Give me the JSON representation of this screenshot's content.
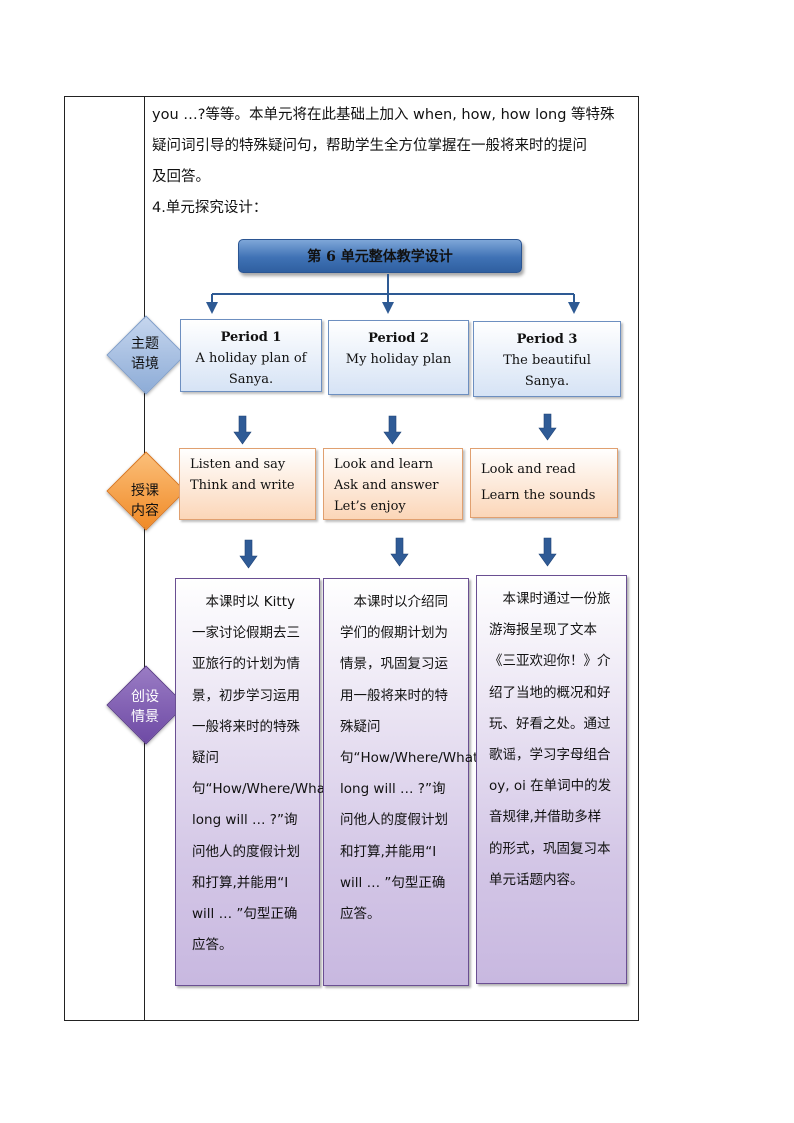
{
  "intro": {
    "line1": "you  …?等等。本单元将在此基础上加入 when, how, how long 等特殊",
    "line2": "疑问词引导的特殊疑问句，帮助学生全方位掌握在一般将来时的提问",
    "line3": "及回答。",
    "heading": "4.单元探究设计："
  },
  "diagram": {
    "title": "第 6 单元整体教学设计",
    "rows": {
      "theme": "主题\n语境",
      "lessons": "授课\n内容",
      "contexts": "创设\n情景"
    },
    "periods": [
      {
        "name": "Period 1",
        "topic": "A holiday plan of Sanya."
      },
      {
        "name": "Period 2",
        "topic": "My holiday  plan"
      },
      {
        "name": "Period 3",
        "topic": "The  beautiful Sanya."
      }
    ],
    "lessons": [
      "Listen and say\nThink and write",
      "Look and learn\nAsk and answer\nLet’s enjoy",
      "Look and read\nLearn the sounds"
    ],
    "contexts": [
      "　本课时以 Kitty 一家讨论假期去三亚旅行的计划为情景，初步学习运用一般将来时的特殊疑问句“How/Where/What/How long will … ?”询问他人的度假计划和打算,并能用“I will … ”句型正确应答。",
      "　本课时以介绍同学们的假期计划为情景，巩固复习运用一般将来时的特殊疑问句“How/Where/What/How long will … ?”询问他人的度假计划和打算,并能用“I will … ”句型正确应答。",
      "　本课时通过一份旅游海报呈现了文本《三亚欢迎你！》介绍了当地的概况和好玩、好看之处。通过歌谣，学习字母组合 oy, oi 在单词中的发音规律,并借助多样的形式，巩固复习本单元话题内容。"
    ]
  },
  "colors": {
    "title_box": "#3f72b5",
    "arrow": "#2e5a94",
    "period_border": "#6d8fc0",
    "lesson_fill": "#fbd6b8",
    "context_fill": "#d3c6e6",
    "diamond_theme": "#a9c1e3",
    "diamond_lessons": "#f5a04a",
    "diamond_contexts": "#7e5bb3"
  }
}
